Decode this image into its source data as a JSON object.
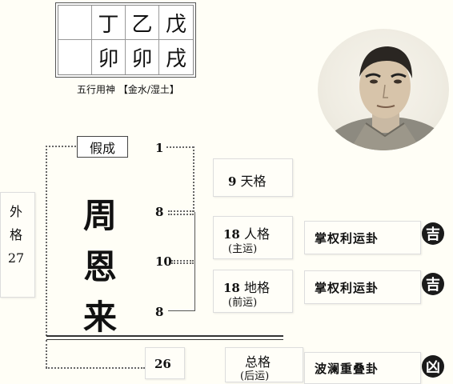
{
  "bazi": {
    "top": [
      "",
      "丁",
      "乙",
      "戊"
    ],
    "bottom": [
      "",
      "卯",
      "卯",
      "戌"
    ]
  },
  "yongshen": "五行用神 【金水/湿土】",
  "jiacheng": "假成",
  "name": [
    "周",
    "恩",
    "来"
  ],
  "strokes": {
    "tian_one": "1",
    "char1": "8",
    "char2": "10",
    "char3": "8"
  },
  "tiange": {
    "num": "9",
    "label": "天格"
  },
  "renge": {
    "num": "18",
    "label": "人格",
    "sub": "(主运)",
    "gua": "掌权利运卦",
    "icon": "吉"
  },
  "dige": {
    "num": "18",
    "label": "地格",
    "sub": "(前运)",
    "gua": "掌权利运卦",
    "icon": "吉"
  },
  "zongge": {
    "num": "26",
    "label": "总格",
    "sub": "(后运)",
    "gua": "波澜重叠卦",
    "icon": "凶"
  },
  "waige": {
    "c1": "外",
    "c2": "格",
    "num": "27"
  }
}
